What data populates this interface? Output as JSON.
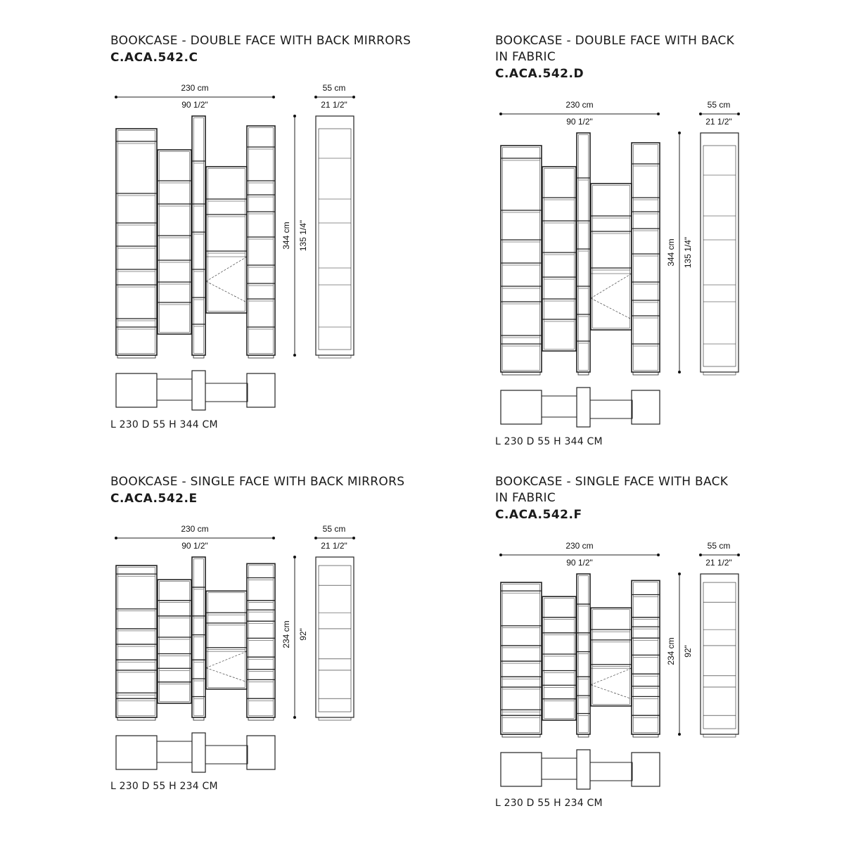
{
  "panels": [
    {
      "title": "BOOKCASE - DOUBLE FACE WITH BACK MIRRORS",
      "code": "C.ACA.542.C",
      "width_cm": "230 cm",
      "width_in": "90 1/2\"",
      "depth_cm": "55 cm",
      "depth_in": "21 1/2\"",
      "height_cm": "344 cm",
      "height_in": "135 1/4\"",
      "dimensions": "L 230 D 55 H 344 CM"
    },
    {
      "title": "BOOKCASE - DOUBLE FACE WITH BACK\nIN FABRIC",
      "code": "C.ACA.542.D",
      "width_cm": "230 cm",
      "width_in": "90 1/2\"",
      "depth_cm": "55 cm",
      "depth_in": "21 1/2\"",
      "height_cm": "344 cm",
      "height_in": "135 1/4\"",
      "dimensions": "L 230 D 55 H 344 CM"
    },
    {
      "title": "BOOKCASE - SINGLE FACE WITH BACK MIRRORS",
      "code": "C.ACA.542.E",
      "width_cm": "230 cm",
      "width_in": "90 1/2\"",
      "depth_cm": "55 cm",
      "depth_in": "21 1/2\"",
      "height_cm": "234 cm",
      "height_in": "92\"",
      "dimensions": "L 230 D 55 H 234 CM"
    },
    {
      "title": "BOOKCASE - SINGLE FACE WITH BACK\nIN FABRIC",
      "code": "C.ACA.542.F",
      "width_cm": "230 cm",
      "width_in": "90 1/2\"",
      "depth_cm": "55 cm",
      "depth_in": "21 1/2\"",
      "height_cm": "234 cm",
      "height_in": "92\"",
      "dimensions": "L 230 D 55 H 234 CM"
    }
  ]
}
